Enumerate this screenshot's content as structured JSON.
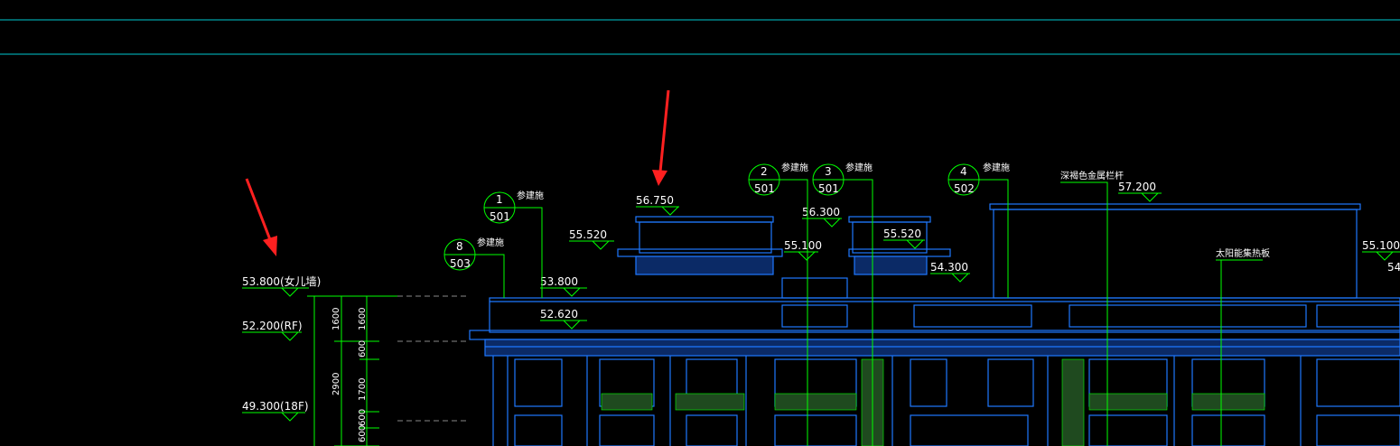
{
  "colors": {
    "background": "#000000",
    "cyan_line": "#00c8d0",
    "green_line": "#00ff00",
    "blue_structure": "#1e78ff",
    "text": "#ffffff",
    "arrow": "#ff2020"
  },
  "elevation_labels": {
    "parapet": "53.800(女儿墙)",
    "rf": "52.200(RF)",
    "f18": "49.300(18F)",
    "top_left_roof": "56.750",
    "mid_roof": "56.300",
    "ledge_left": "55.520",
    "ledge_right": "55.520",
    "mid_ledge": "55.100",
    "right_ledge": "55.100",
    "parapet_inner": "53.800",
    "eave": "52.620",
    "step": "54.300",
    "right_top": "57.200",
    "far_right_partial": "54"
  },
  "dimension_labels": {
    "d1600_a": "1600",
    "d1600_b": "1600",
    "d2900": "2900",
    "d600_a": "600",
    "d1700": "1700",
    "d600_b": "600",
    "d600_c": "600"
  },
  "detail_callouts": [
    {
      "number": "8",
      "sheet": "503",
      "note": "参建施"
    },
    {
      "number": "1",
      "sheet": "501",
      "note": "参建施"
    },
    {
      "number": "2",
      "sheet": "501",
      "note": "参建施"
    },
    {
      "number": "3",
      "sheet": "501",
      "note": "参建施"
    },
    {
      "number": "4",
      "sheet": "502",
      "note": "参建施"
    }
  ],
  "annotations": {
    "railing_note": "深褐色金属栏杆",
    "solar_note": "太阳能集热板"
  }
}
